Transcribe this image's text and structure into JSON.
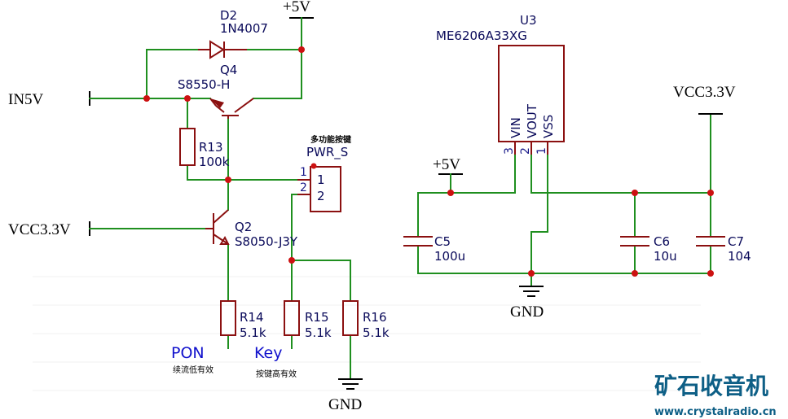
{
  "rails": {
    "plus5v_top": "+5V",
    "plus5v_mid": "+5V",
    "in5v": "IN5V",
    "vcc33_left": "VCC3.3V",
    "vcc33_right": "VCC3.3V",
    "gnd_left": "GND",
    "gnd_right": "GND"
  },
  "components": {
    "d2": {
      "ref": "D2",
      "value": "1N4007"
    },
    "q4": {
      "ref": "Q4",
      "value": "S8550-H"
    },
    "r13": {
      "ref": "R13",
      "value": "100k"
    },
    "q2": {
      "ref": "Q2",
      "value": "S8050-J3Y"
    },
    "r14": {
      "ref": "R14",
      "value": "5.1k"
    },
    "r15": {
      "ref": "R15",
      "value": "5.1k"
    },
    "r16": {
      "ref": "R16",
      "value": "5.1k"
    },
    "pwr_s": {
      "title": "多功能按键",
      "ref": "PWR_S",
      "pin1": "1",
      "pin2": "2",
      "num1": "1",
      "num2": "2"
    },
    "u3": {
      "ref": "U3",
      "value": "ME6206A33XG",
      "pin_vin": "VIN",
      "pin_vout": "VOUT",
      "pin_vss": "VSS",
      "num3": "3",
      "num2": "2",
      "num1": "1"
    },
    "c5": {
      "ref": "C5",
      "value": "100u"
    },
    "c6": {
      "ref": "C6",
      "value": "10u"
    },
    "c7": {
      "ref": "C7",
      "value": "104"
    }
  },
  "nets": {
    "pon": "PON",
    "pon_note": "续流低有效",
    "key": "Key",
    "key_note": "按键高有效"
  },
  "watermark": {
    "logo": "矿石收音机",
    "url": "www.crystalradio.cn"
  },
  "colors": {
    "wire": "#1f8f1f",
    "component": "#8b1010",
    "junction": "#cc1111",
    "label": "#0a0a5a",
    "net_label": "#1010cc",
    "logo": "#0e5f86"
  }
}
